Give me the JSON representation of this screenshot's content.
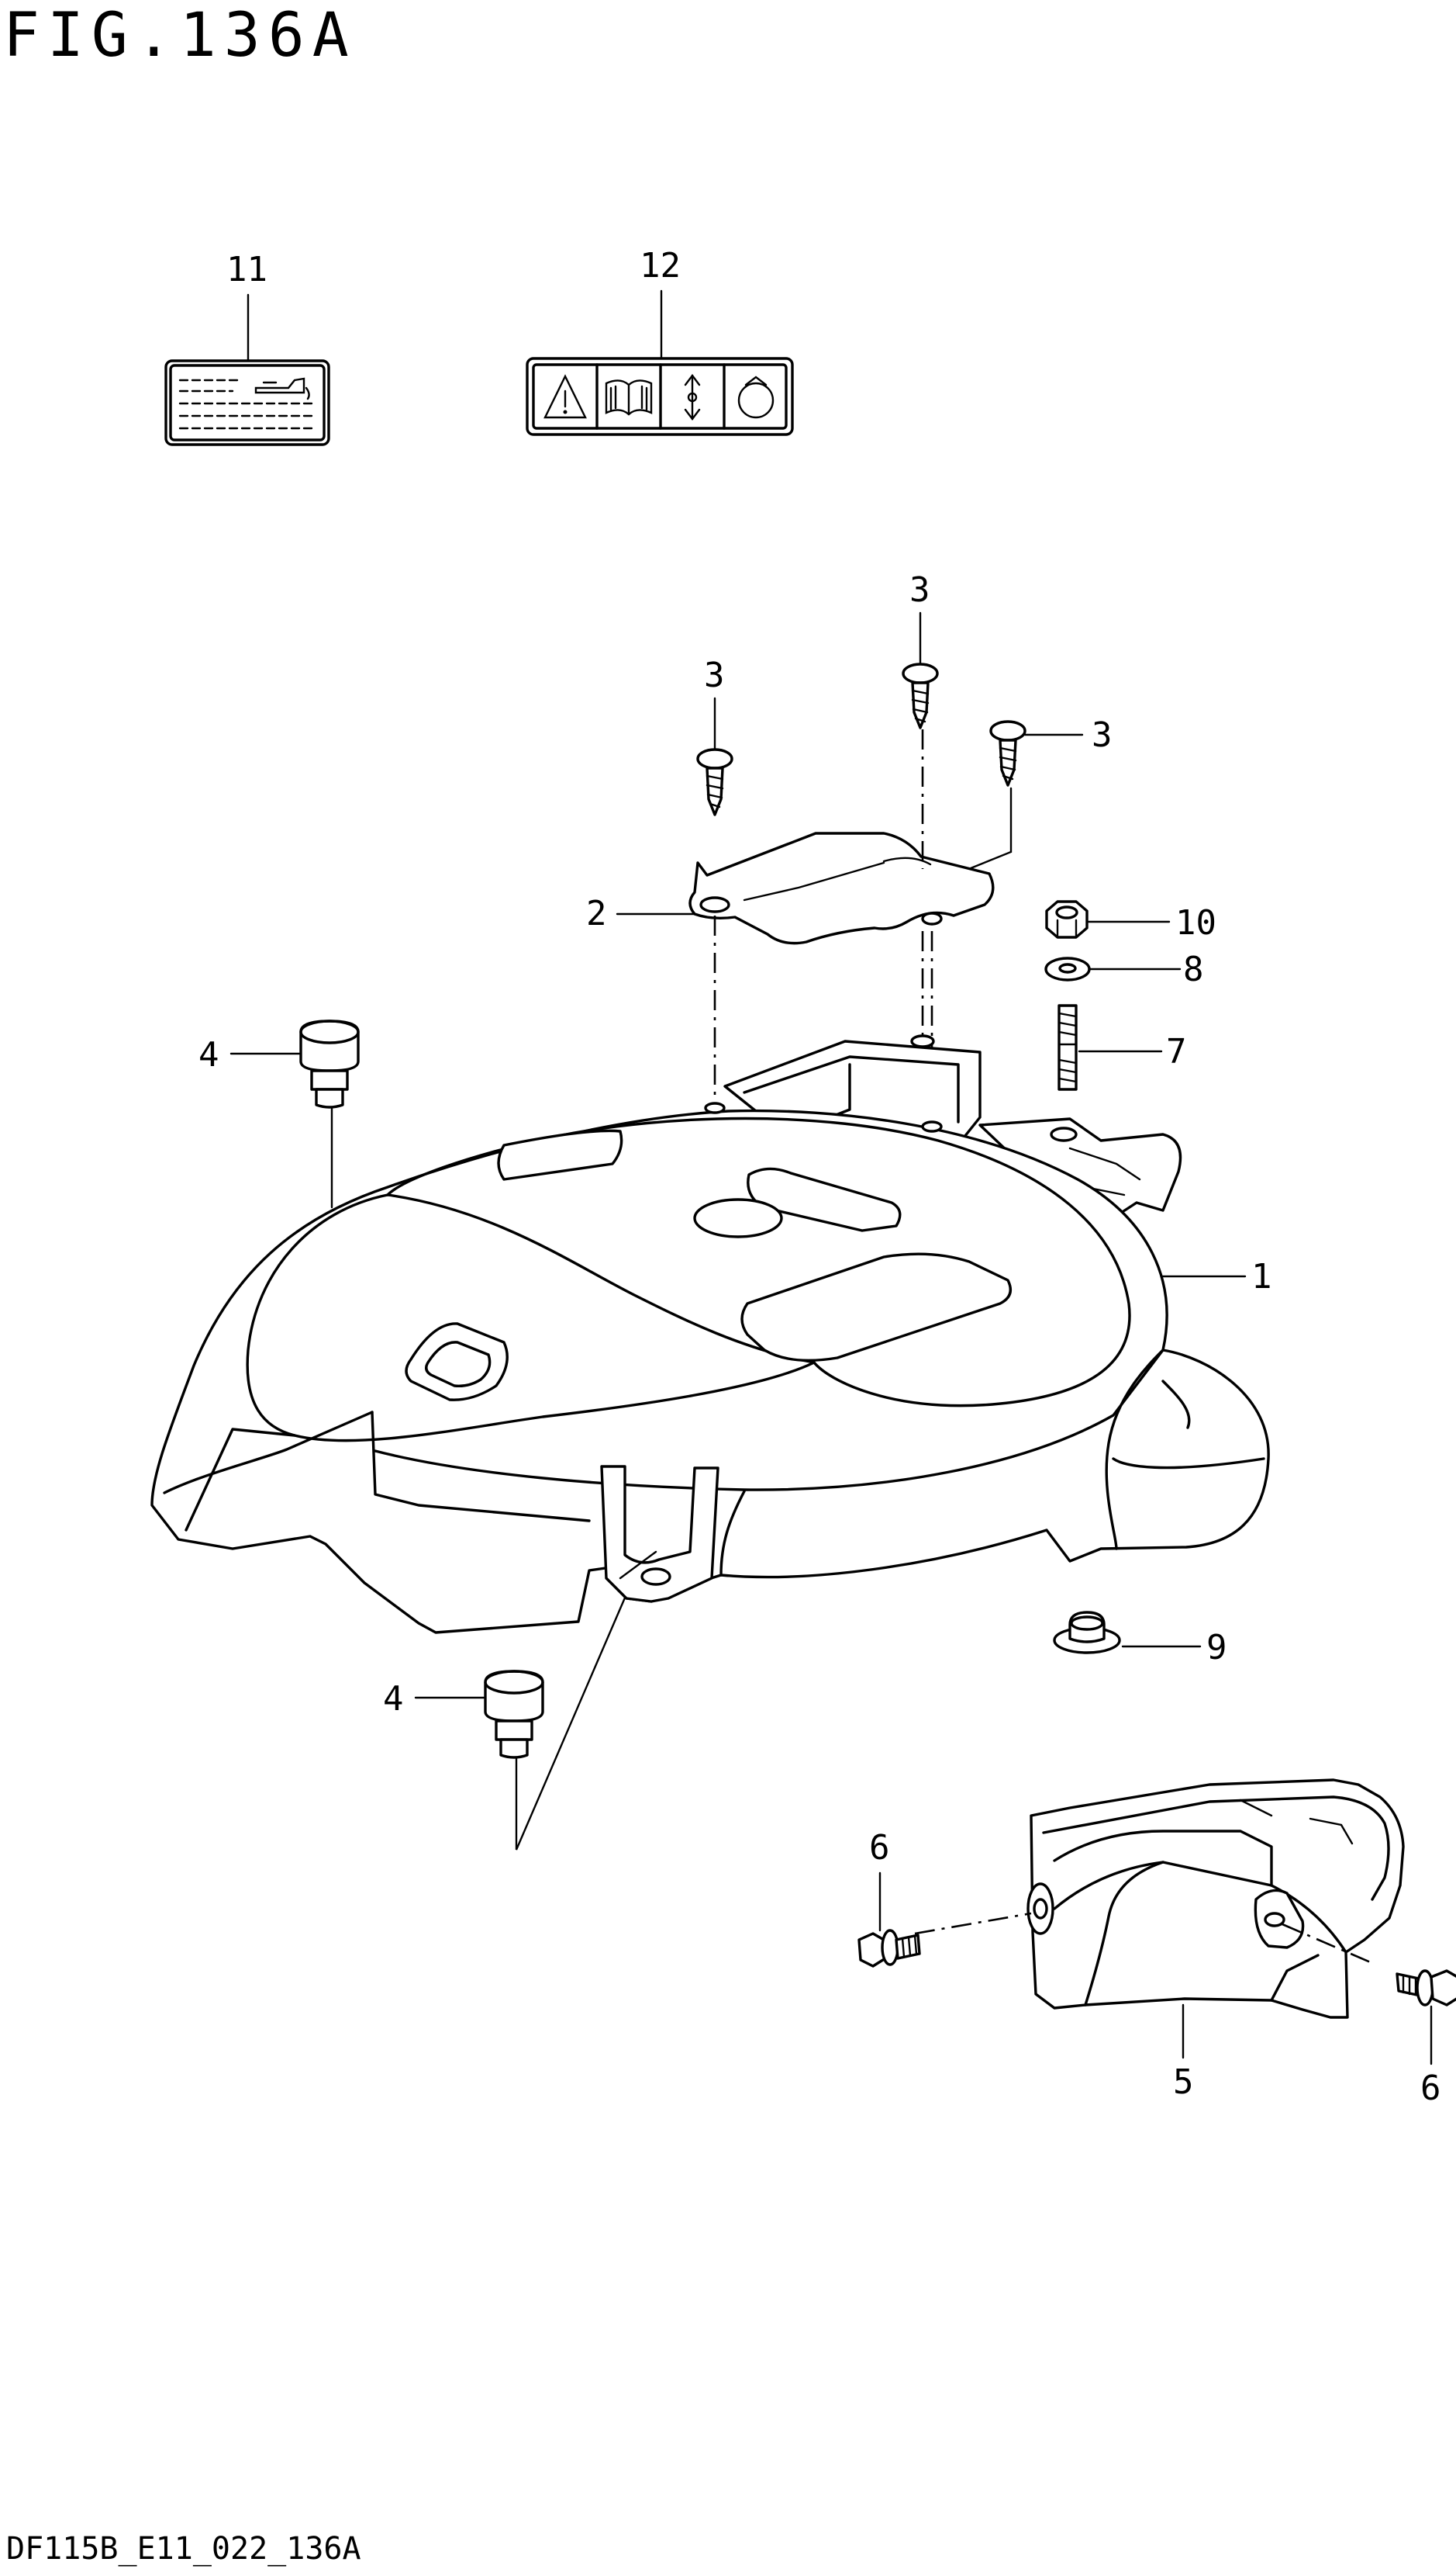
{
  "figure": {
    "title": "FIG.136A",
    "footer_code": "DF115B_E11_022_136A"
  },
  "callouts": {
    "c1": "1",
    "c2": "2",
    "c3a": "3",
    "c3b": "3",
    "c3c": "3",
    "c4a": "4",
    "c4b": "4",
    "c5": "5",
    "c6a": "6",
    "c6b": "6",
    "c7": "7",
    "c8": "8",
    "c9": "9",
    "c10": "10",
    "c11": "11",
    "c12": "12"
  },
  "icons": {
    "label_11": "oil-level-label-icon",
    "label_12_panels": [
      "warning-triangle-icon",
      "read-manual-book-icon",
      "up-down-arrow-icon",
      "rotation-circle-icon"
    ]
  }
}
